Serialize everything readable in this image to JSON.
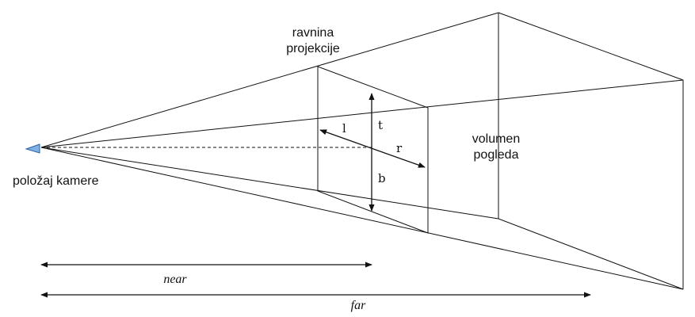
{
  "diagram": {
    "labels": {
      "projection_plane_line1": "ravnina",
      "projection_plane_line2": "projekcije",
      "view_volume_line1": "volumen",
      "view_volume_line2": "pogleda",
      "camera_position": "položaj kamere",
      "left": "l",
      "right": "r",
      "top": "t",
      "bottom": "b",
      "near": "near",
      "far": "far"
    },
    "colors": {
      "line": "#111111",
      "camera_fill": "#7fb1e6",
      "camera_stroke": "#2a5f9e"
    }
  }
}
